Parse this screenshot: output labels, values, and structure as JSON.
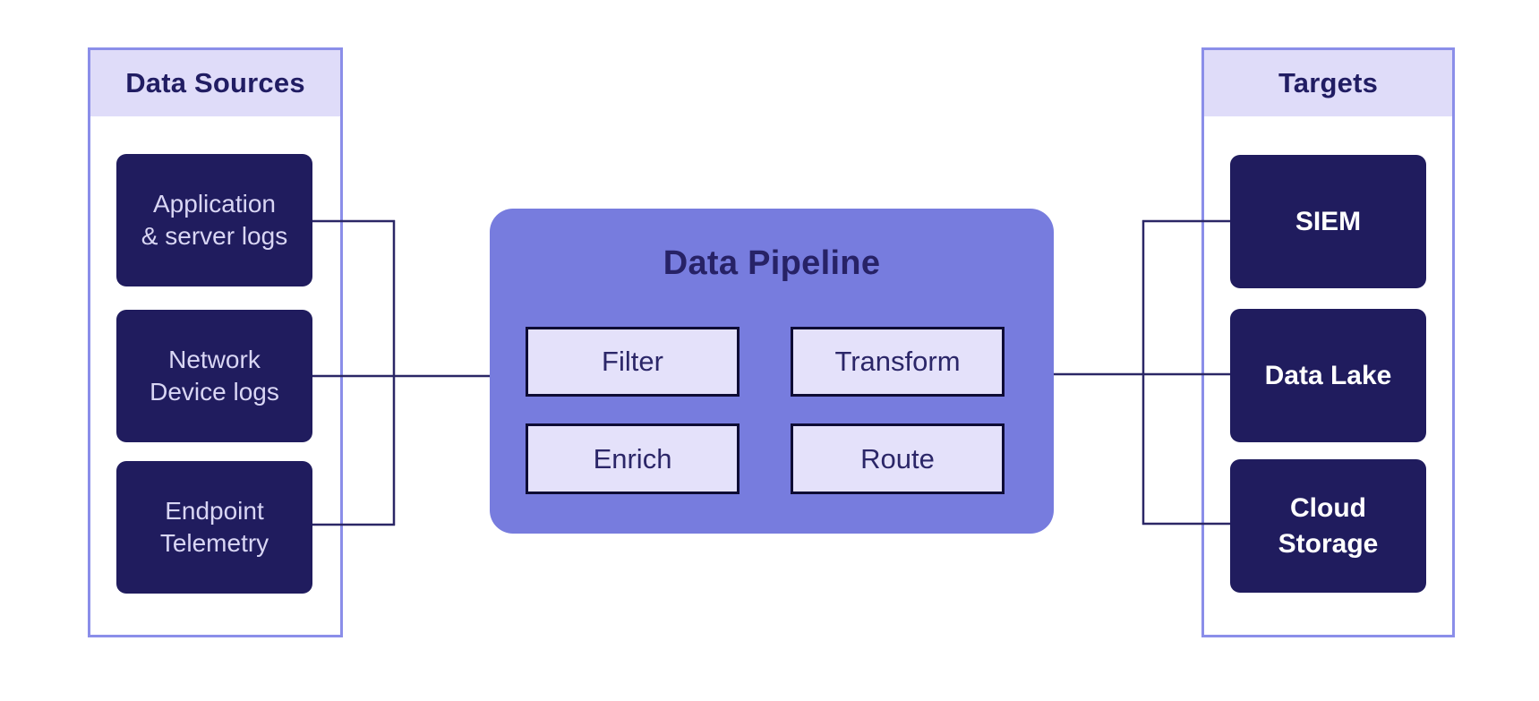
{
  "colors": {
    "background": "#ffffff",
    "panel_border": "#8b8ee9",
    "panel_header_fill": "#dfdcf9",
    "node_navy": "#201c5e",
    "node_text_light": "#d9d6f4",
    "target_text": "#ffffff",
    "pipeline_fill": "#777cde",
    "pipeline_title": "#272266",
    "stage_fill": "#e4e1fa",
    "stage_border": "#0e0c34",
    "stage_text": "#2b2668",
    "connector": "#2b2766",
    "heading_text": "#211d63"
  },
  "source_panel": {
    "title": "Data Sources",
    "items": [
      {
        "label": "Application\n& server logs"
      },
      {
        "label": "Network\nDevice logs"
      },
      {
        "label": "Endpoint\nTelemetry"
      }
    ]
  },
  "pipeline": {
    "title": "Data Pipeline",
    "stages": [
      {
        "label": "Filter"
      },
      {
        "label": "Transform"
      },
      {
        "label": "Enrich"
      },
      {
        "label": "Route"
      }
    ]
  },
  "target_panel": {
    "title": "Targets",
    "items": [
      {
        "label": "SIEM"
      },
      {
        "label": "Data Lake"
      },
      {
        "label": "Cloud\nStorage"
      }
    ]
  }
}
